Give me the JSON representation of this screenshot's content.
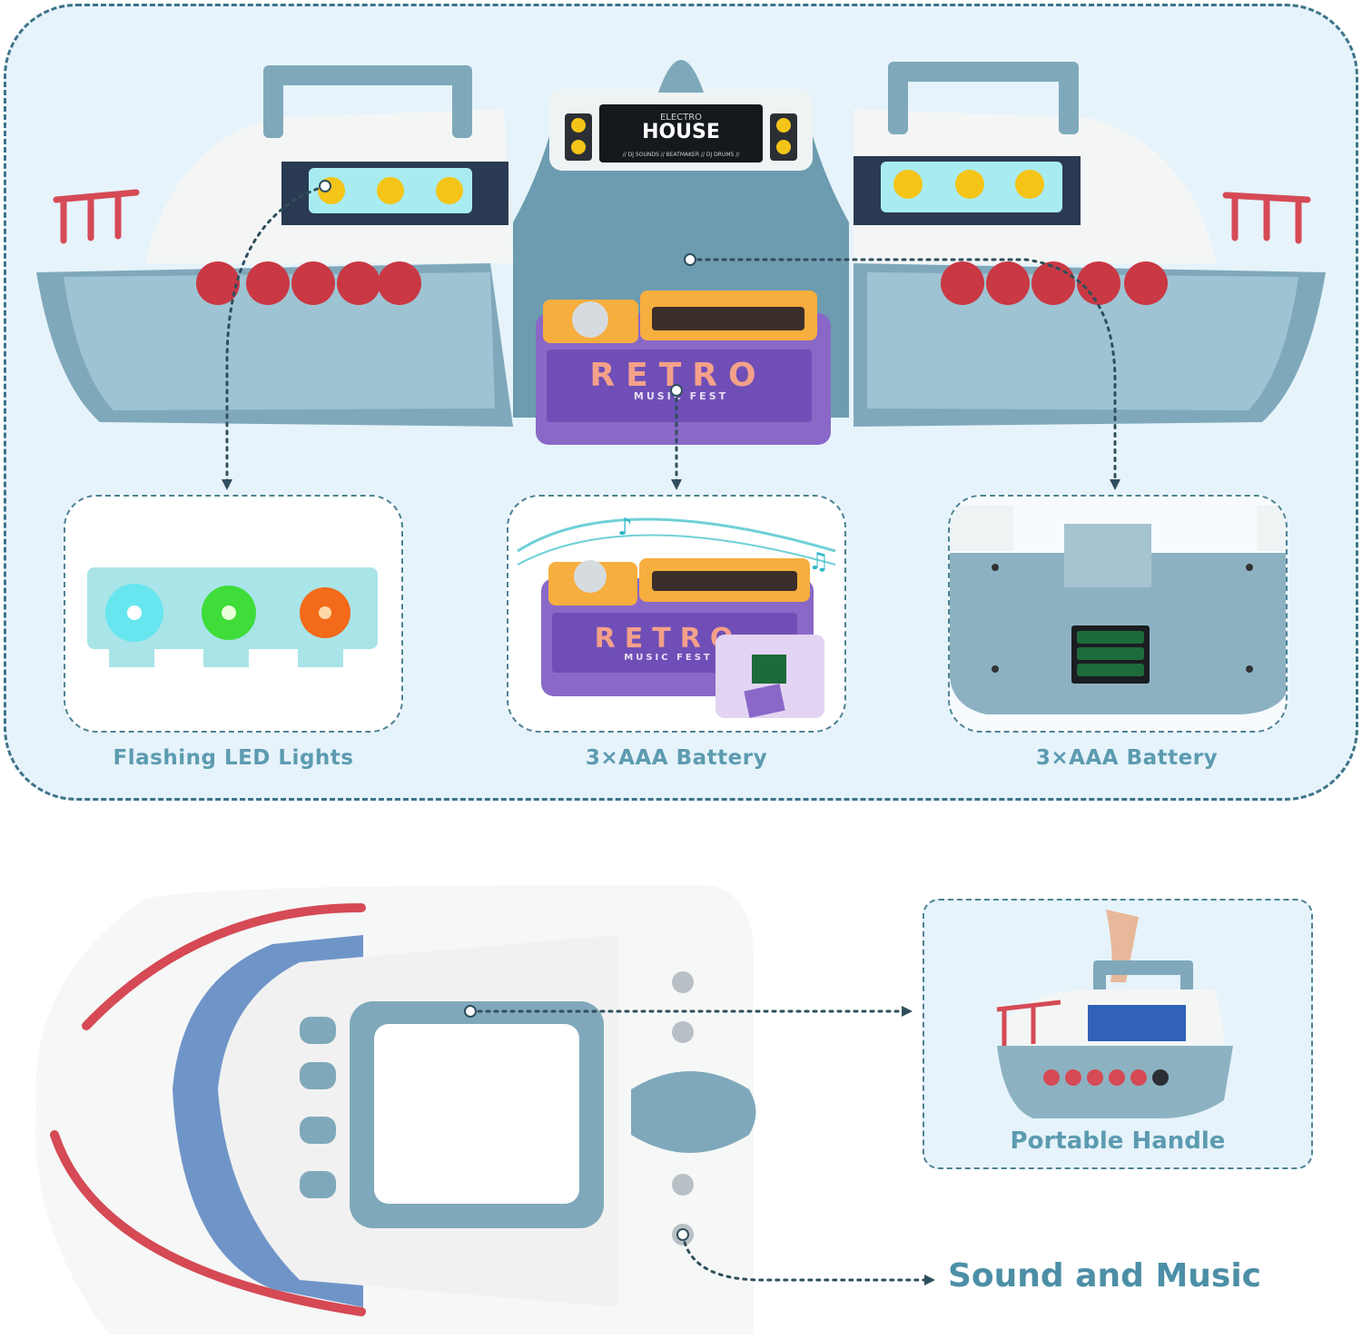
{
  "features": {
    "led_caption": "Flashing LED Lights",
    "music_battery_caption": "3×AAA Battery",
    "ship_battery_caption": "3×AAA Battery",
    "handle_caption": "Portable Handle",
    "sound_caption": "Sound and Music"
  },
  "dj_panel": {
    "brand_small": "ELECTRO",
    "brand_big": "HOUSE",
    "subtitle": "// DJ SOUNDS // BEATMAKER // DJ DRUMS //"
  },
  "retro_box": {
    "title": "RETRO",
    "subtitle": "MUSIC FEST"
  },
  "colors": {
    "accent": "#5c9bb0",
    "panel_bg": "#e6f3fb",
    "dashed_border": "#3e7487",
    "ship_blue": "#7fa9bb",
    "rail_red": "#d54a55",
    "retro_purple": "#8a68c8",
    "retro_orange": "#f6ae3e"
  },
  "led_colors": [
    "#5fe6f0",
    "#3fdc3a",
    "#f26a1a"
  ]
}
